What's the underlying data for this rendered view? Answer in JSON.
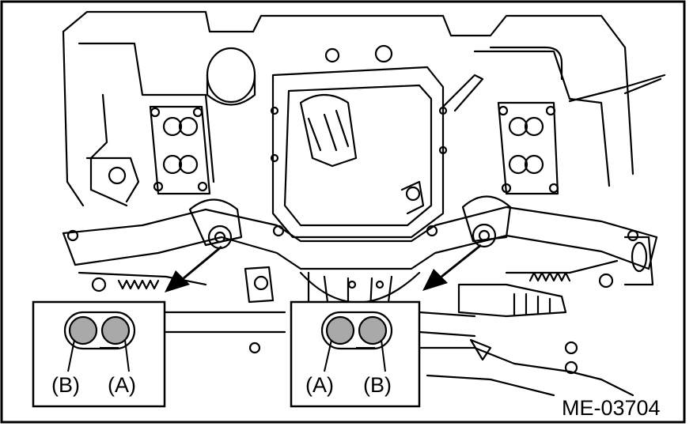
{
  "figure": {
    "code": "ME-03704",
    "left_inset": {
      "label_left": "(B)",
      "label_right": "(A)"
    },
    "right_inset": {
      "label_left": "(A)",
      "label_right": "(B)"
    },
    "colors": {
      "line": "#000000",
      "hole_fill": "#a9a9a9",
      "background": "#ffffff"
    }
  }
}
